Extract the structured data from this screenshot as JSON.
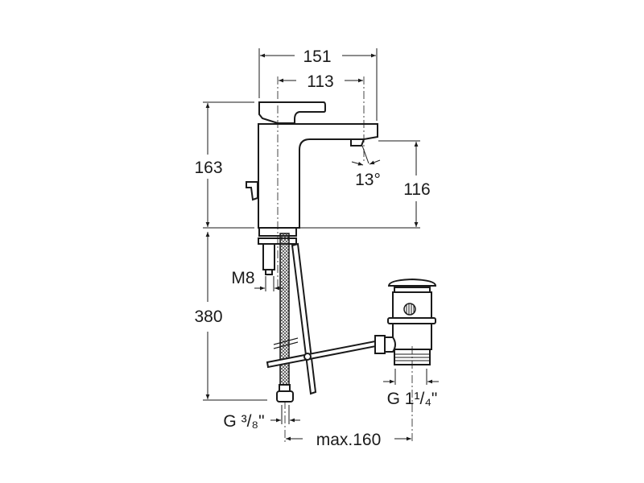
{
  "drawing": {
    "title": "Basin mixer dimensional drawing",
    "dimensions": {
      "overall_width": "151",
      "spout_reach": "113",
      "overall_height": "163",
      "spout_angle": "13°",
      "spout_height": "116",
      "stud_thread": "M8",
      "hose_length": "380",
      "waste_thread": "G 1¹/₄\"",
      "hose_thread": "G ³/₈\"",
      "waste_distance": "max.160"
    },
    "line_color": "#1a1a1a"
  }
}
